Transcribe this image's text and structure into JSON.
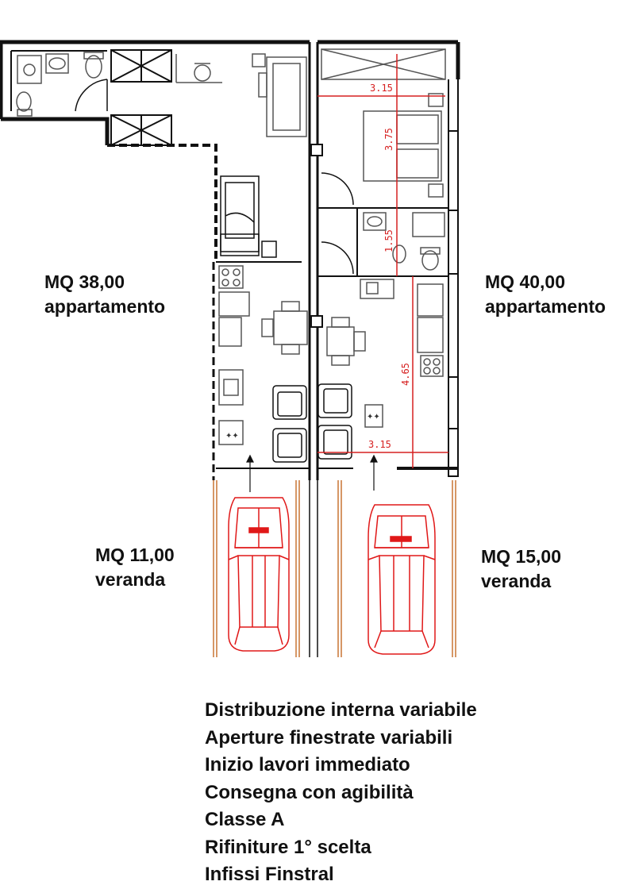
{
  "labels": {
    "left_apartment": {
      "area": "MQ 38,00",
      "type": "appartamento"
    },
    "right_apartment": {
      "area": "MQ 40,00",
      "type": "appartamento"
    },
    "left_veranda": {
      "area": "MQ 11,00",
      "type": "veranda"
    },
    "right_veranda": {
      "area": "MQ 15,00",
      "type": "veranda"
    }
  },
  "dimensions": {
    "bedroom_width": "3.15",
    "bedroom_depth": "3.75",
    "bathroom_depth": "1.55",
    "living_depth": "4.65",
    "living_width": "3.15"
  },
  "features": [
    "Distribuzione interna variabile",
    "Aperture finestrate variabili",
    "Inizio lavori immediato",
    "Consegna con agibilità",
    "Classe A",
    "Rifiniture 1° scelta",
    "Infissi Finstral"
  ],
  "colors": {
    "walls": "#111111",
    "furniture": "#555555",
    "dimension_lines": "#d62020",
    "cars": "#e01818",
    "parking_lines": "#c87533"
  }
}
